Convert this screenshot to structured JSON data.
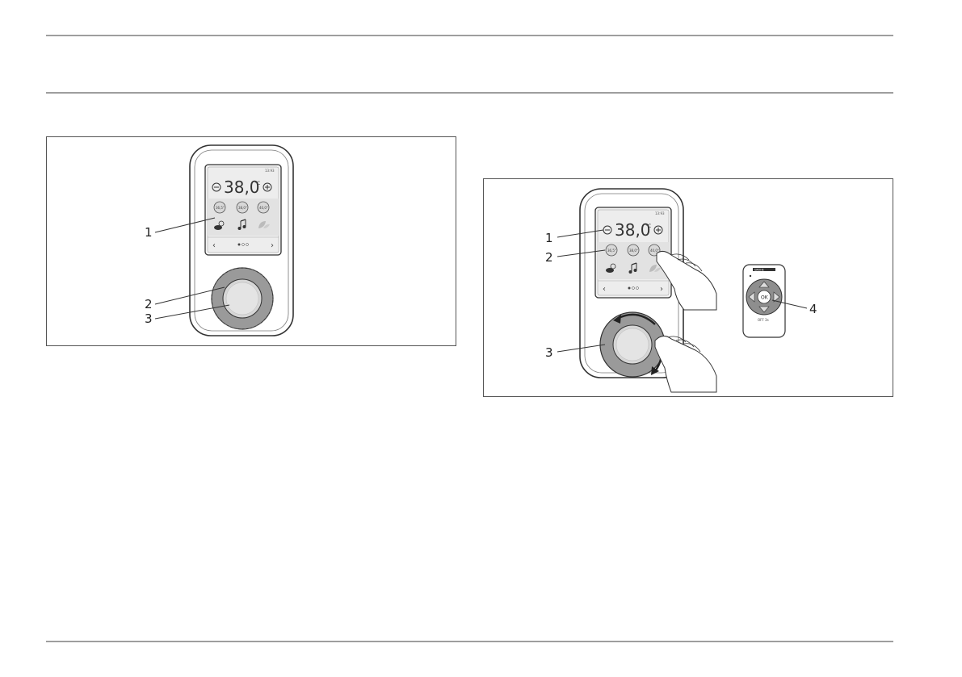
{
  "left_figure": {
    "display": {
      "clock": "13:93",
      "temperature": "38,0",
      "unit": "°C",
      "presets": [
        "36,5°",
        "38,0°",
        "40,0°"
      ],
      "nav_left": "‹",
      "nav_right": "›"
    },
    "callouts": [
      "1",
      "2",
      "3"
    ]
  },
  "right_figure": {
    "display": {
      "clock": "13:93",
      "temperature": "38,0",
      "unit": "°C",
      "presets": [
        "36,5°",
        "38,0°",
        "40,0°"
      ],
      "nav_left": "‹",
      "nav_right": "›"
    },
    "remote": {
      "brand": "GROHE",
      "ok_label": "OK",
      "bottom_label": "OFF 3s"
    },
    "callouts": [
      "1",
      "2",
      "3",
      "4"
    ]
  },
  "icons": {
    "minus": "minus-circle-icon",
    "plus": "plus-circle-icon",
    "weather": "sun-cloud-icon",
    "music": "music-note-icon",
    "eco": "leaf-icon",
    "hand": "pointing-hand-icon",
    "rotate": "rotate-arrows-icon"
  }
}
